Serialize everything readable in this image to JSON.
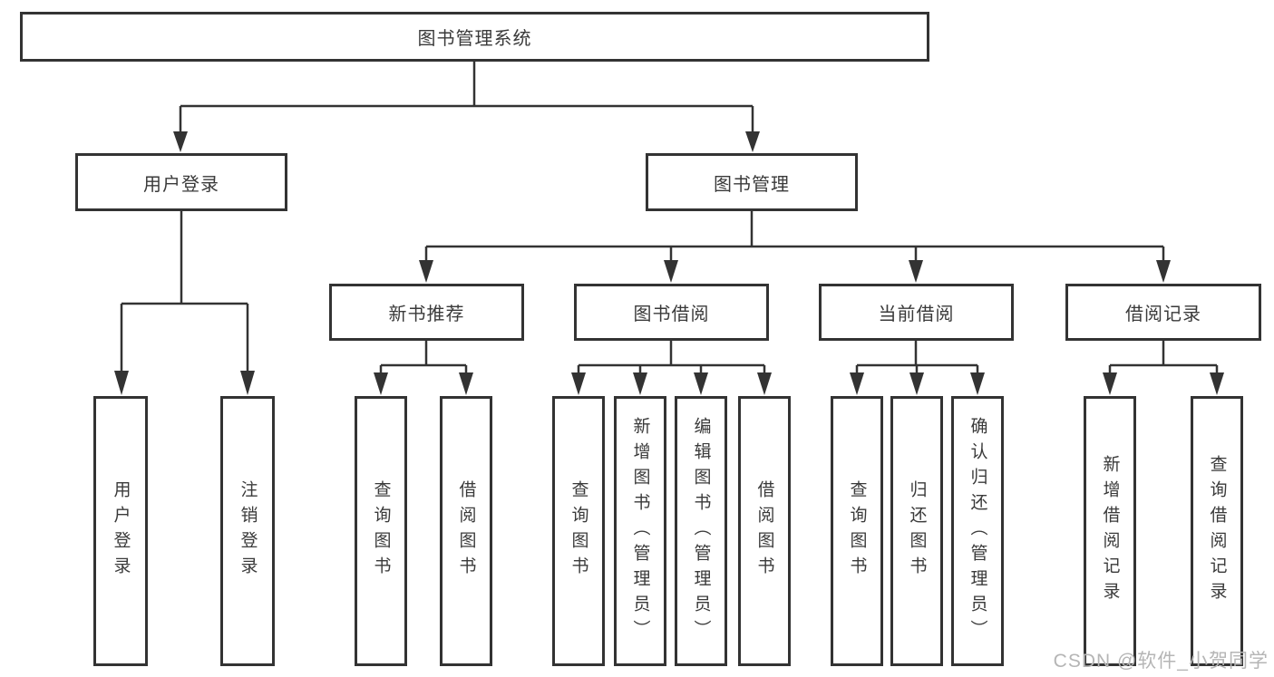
{
  "tree": {
    "root": {
      "label": "图书管理系统",
      "children": [
        {
          "label": "用户登录",
          "leaves": [
            "用户登录",
            "注销登录"
          ]
        },
        {
          "label": "图书管理",
          "children": [
            {
              "label": "新书推荐",
              "leaves": [
                "查询图书",
                "借阅图书"
              ]
            },
            {
              "label": "图书借阅",
              "leaves": [
                "查询图书",
                "新增图书（管理员）",
                "编辑图书（管理员）",
                "借阅图书"
              ]
            },
            {
              "label": "当前借阅",
              "leaves": [
                "查询图书",
                "归还图书",
                "确认归还（管理员）"
              ]
            },
            {
              "label": "借阅记录",
              "leaves": [
                "新增借阅记录",
                "查询借阅记录"
              ]
            }
          ]
        }
      ]
    }
  },
  "watermark": {
    "text": "CSDN @软件_小贺同学",
    "color": "#b5b5b5"
  },
  "colors": {
    "line": "#333333",
    "box_border": "#333333",
    "text": "#3a3a3a",
    "background": "#ffffff"
  }
}
